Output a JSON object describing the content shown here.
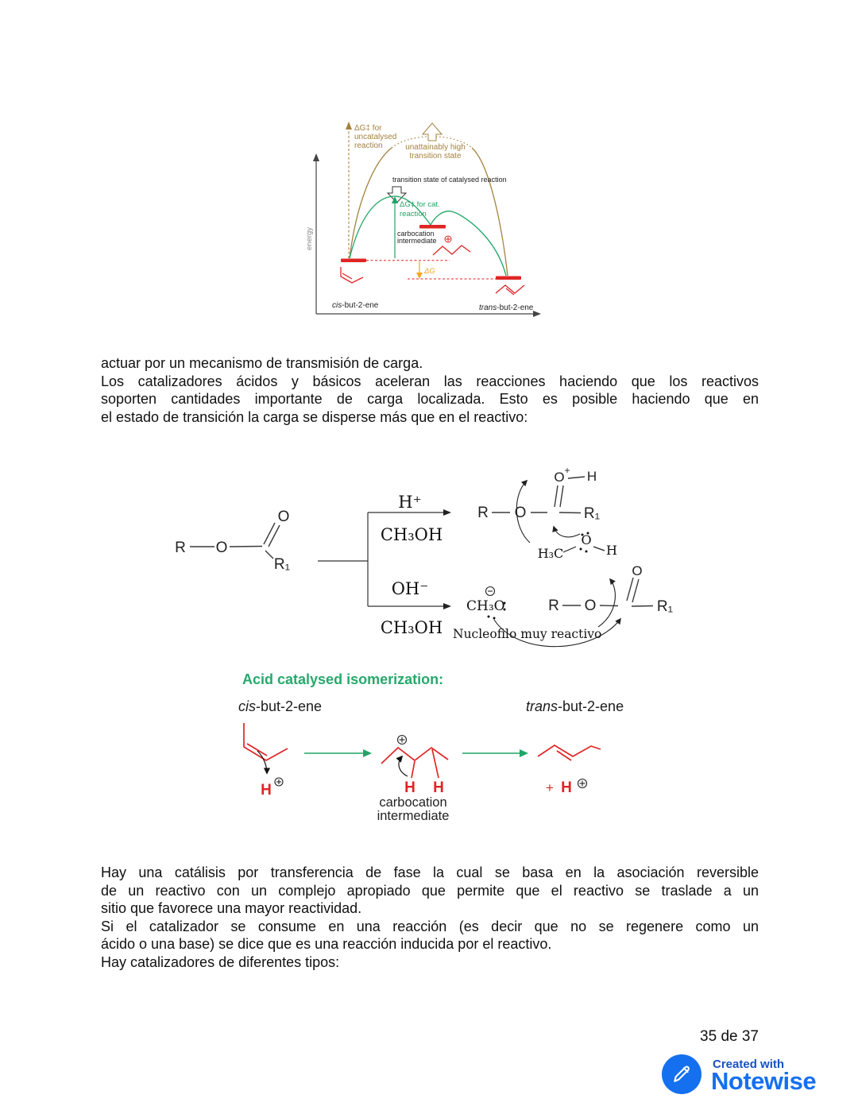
{
  "colors": {
    "chem_red": "#e02525",
    "diagram_green": "#1fa567",
    "diagram_brown": "#a5813f",
    "diagram_orange": "#f5a623",
    "heading_green": "#26a96c",
    "brand_blue": "#1570ef",
    "brand_blue_dark": "#1652c0"
  },
  "energy": {
    "y_axis": "energy",
    "uncat1": "ΔG‡ for",
    "uncat2": "uncatalysed",
    "uncat3": "reaction",
    "unatt1": "unattainably high",
    "unatt2": "transition state",
    "ts_cat": "transition state of catalysed reaction",
    "cat1": "ΔG‡ for cat.",
    "cat2": "reaction",
    "carb1": "carbocation",
    "carb2": "intermediate",
    "dg": "ΔG",
    "cis_i": "cis",
    "cis_rest": "-but-2-ene",
    "trans_i": "trans",
    "trans_rest": "-but-2-ene"
  },
  "text": {
    "para1": {
      "l1": "actuar por un mecanismo de transmisión de carga.",
      "l2": "Los catalizadores ácidos y básicos aceleran las reacciones haciendo que los reactivos",
      "l3": "soporten cantidades importante de carga localizada.  Esto es posible haciendo que en",
      "l4": "el estado de transición la carga se disperse más que en el reactivo:"
    },
    "para2": {
      "l1": "Hay una catálisis por transferencia de fase la cual se basa en la asociación reversible",
      "l2": "de un reactivo con un complejo apropiado que permite que el reactivo se traslade a un",
      "l3": "sitio que favorece una mayor reactividad.",
      "l4": "Si el catalizador se consume en una reacción (es decir que no se regenere como un",
      "l5": "ácido o una base) se dice que es una reacción inducida por el reactivo.",
      "l6": "Hay catalizadores de diferentes tipos:"
    }
  },
  "scheme": {
    "r": "R",
    "o": "O",
    "r1": "R₁",
    "hplus": "H⁺",
    "ch3oh": "CH₃OH",
    "ohminus": "OH⁻",
    "oplus_o": "O",
    "oplus_sup": "+",
    "h": "H",
    "h3c": "H₃C",
    "ch3o": "CH₃O",
    "nucleofilo": "Nucleofilo muy reactivo"
  },
  "iso": {
    "heading": "Acid catalysed isomerization:",
    "cis_i": "cis",
    "cis_rest": "-but-2-ene",
    "trans_i": "trans",
    "trans_rest": "-but-2-ene",
    "h": "H",
    "h2": "H",
    "h3": "H",
    "plus": "+",
    "carb1": "carbocation",
    "carb2": "intermediate"
  },
  "footer": {
    "page_number": "35 de 37",
    "created_with": "Created with",
    "brand": "Notewise"
  }
}
